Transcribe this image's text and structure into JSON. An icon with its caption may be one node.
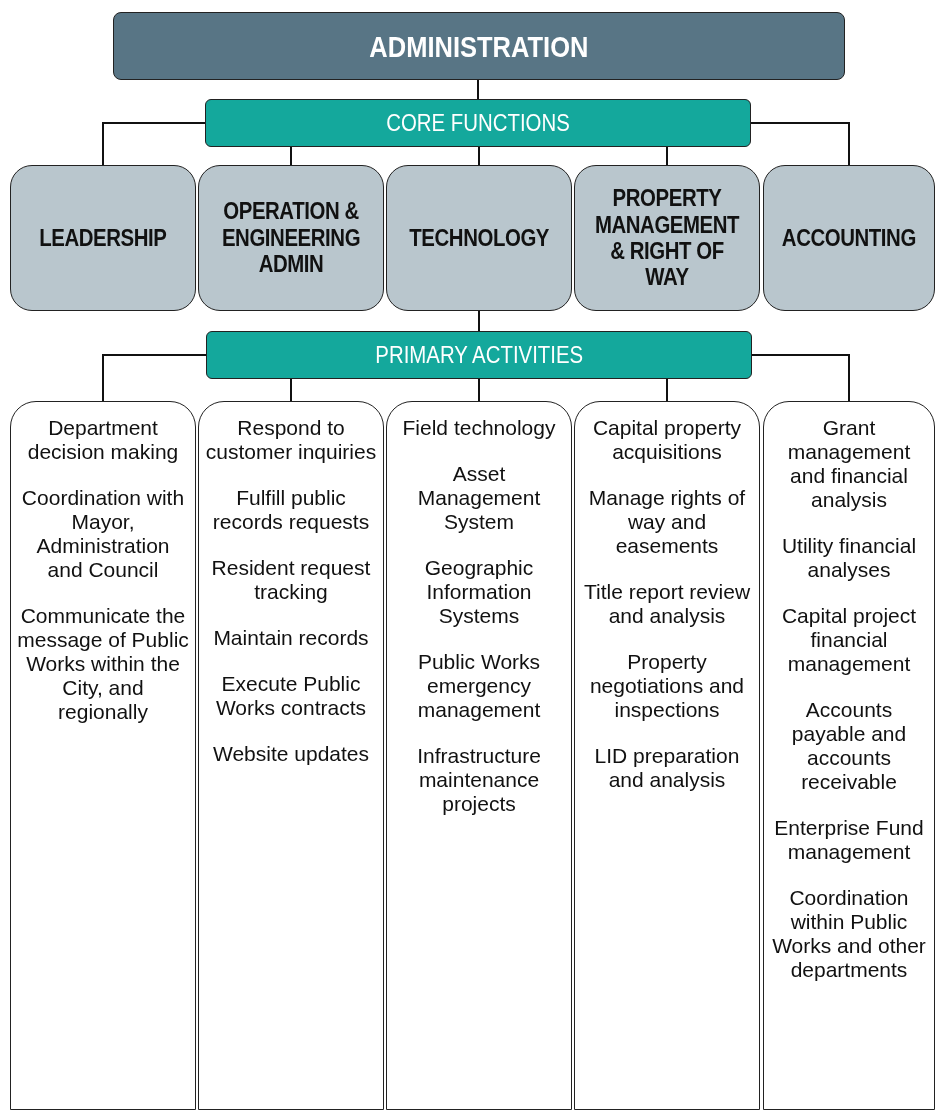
{
  "diagram": {
    "nodes": [
      {
        "text": [
          "ADMINISTRATION"
        ]
      },
      {
        "text": [
          "CORE FUNCTIONS"
        ]
      },
      {
        "text": [
          "LEADERSHIP"
        ]
      },
      {
        "text": [
          "OPERATION & ENGINEERING ADMIN"
        ]
      },
      {
        "text": [
          "TECHNOLOGY"
        ]
      },
      {
        "text": [
          "PROPERTY MANAGEMENT & RIGHT OF WAY"
        ]
      },
      {
        "text": [
          "ACCOUNTING"
        ]
      },
      {
        "text": [
          "PRIMARY ACTIVITIES"
        ]
      },
      {
        "text": [
          "Department decision making",
          "Coordination with Mayor, Administration and Council",
          "Communicate the message of Public Works within the City, and regionally"
        ]
      },
      {
        "text": [
          "Respond to customer inquiries",
          "Fulfill public records requests",
          "Resident request tracking",
          "Maintain records",
          "Execute Public Works contracts",
          "Website updates"
        ]
      },
      {
        "text": [
          "Field technology",
          "Asset Management System",
          "Geographic Information Systems",
          "Public Works emergency management",
          "Infrastructure maintenance projects"
        ]
      },
      {
        "text": [
          "Capital property acquisitions",
          "Manage rights of way and easements",
          "Title report review and analysis",
          "Property negotiations and inspections",
          "LID preparation and analysis"
        ]
      },
      {
        "text": [
          "Grant management and financial analysis",
          "Utility financial analyses",
          "Capital project financial management",
          "Accounts payable and accounts receivable",
          "Enterprise Fund management",
          "Coordination within Public Works and other departments"
        ]
      }
    ],
    "edges": [
      {
        "from": 0,
        "to": 1,
        "arrow": "none"
      },
      {
        "from": 1,
        "to": 2,
        "arrow": "none"
      },
      {
        "from": 1,
        "to": 3,
        "arrow": "none"
      },
      {
        "from": 1,
        "to": 4,
        "arrow": "none"
      },
      {
        "from": 1,
        "to": 5,
        "arrow": "none"
      },
      {
        "from": 1,
        "to": 6,
        "arrow": "none"
      },
      {
        "from": 4,
        "to": 7,
        "arrow": "none"
      },
      {
        "from": 7,
        "to": 8,
        "arrow": "none"
      },
      {
        "from": 7,
        "to": 9,
        "arrow": "none"
      },
      {
        "from": 7,
        "to": 10,
        "arrow": "none"
      },
      {
        "from": 7,
        "to": 11,
        "arrow": "none"
      },
      {
        "from": 7,
        "to": 12,
        "arrow": "none"
      }
    ]
  }
}
